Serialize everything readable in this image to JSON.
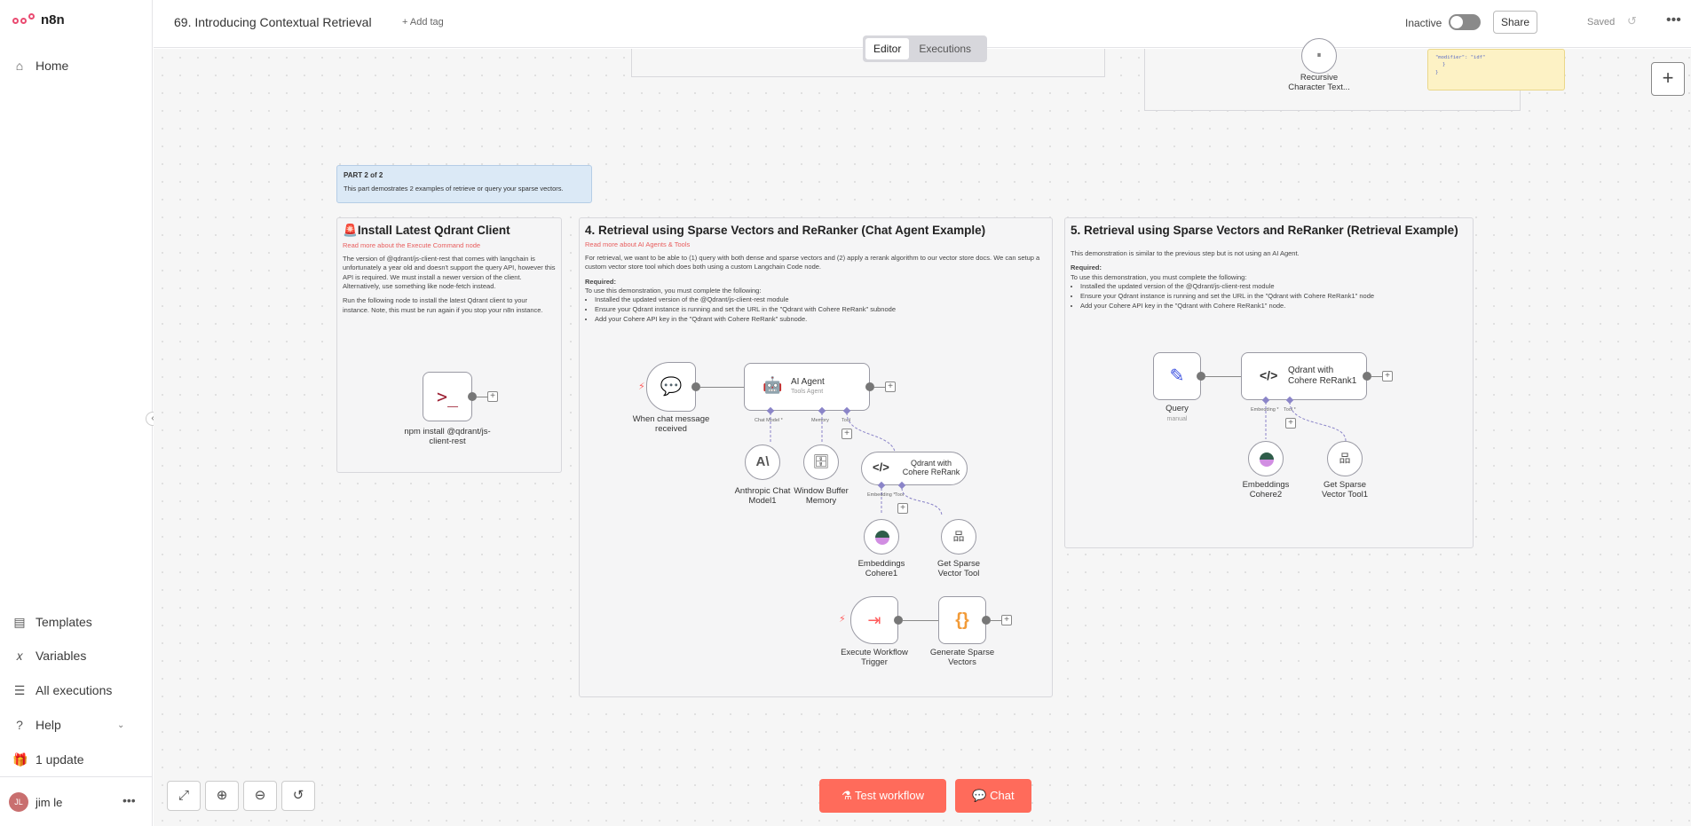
{
  "app": {
    "logo": "n8n"
  },
  "sidebar": {
    "items": [
      {
        "label": "Home",
        "icon": "home-icon"
      },
      {
        "label": "Templates",
        "icon": "templates-icon"
      },
      {
        "label": "Variables",
        "icon": "variables-icon"
      },
      {
        "label": "All executions",
        "icon": "executions-icon"
      },
      {
        "label": "Help",
        "icon": "help-icon"
      },
      {
        "label": "1 update",
        "icon": "gift-icon"
      }
    ],
    "user": {
      "initials": "JL",
      "name": "jim le"
    }
  },
  "header": {
    "title": "69. Introducing Contextual Retrieval",
    "add_tag": "+ Add tag",
    "status": "Inactive",
    "share": "Share",
    "saved": "Saved"
  },
  "tabs": {
    "editor": "Editor",
    "executions": "Executions"
  },
  "top_area": {
    "node_label": "Recursive Character Text...",
    "code_line1": "\"modifier\": \"idf\"",
    "code_line2": "}",
    "code_line3": "}"
  },
  "part_note": {
    "title": "PART 2 of 2",
    "text": "This part demostrates 2 examples of retrieve or query your sparse vectors."
  },
  "install": {
    "title": "Install Latest Qdrant Client",
    "link": "Read more about the Execute Command node",
    "p1": "The version of @qdrant/js-client-rest that comes with langchain is unfortunately a year old and doesn't support the query API, however this API is required. We must install a newer version of the client. Alternatively, use something like node-fetch instead.",
    "p2": "Run the following node to install the latest Qdrant client to your instance. Note, this must be run again if you stop your n8n instance.",
    "node_label": "npm install @qdrant/js-client-rest"
  },
  "section4": {
    "title": "4. Retrieval using Sparse Vectors and ReRanker (Chat Agent Example)",
    "link": "Read more about AI Agents & Tools",
    "p1": "For retrieval, we want to be able to (1) query with both dense and sparse vectors and (2) apply a rerank algorithm to our vector store docs. We can setup a custom vector store tool which does both using a custom Langchain Code node.",
    "req": "Required:",
    "req_text": "To use this demonstration, you must complete the following:",
    "list": [
      "Installed the updated version of the @Qdrant/js-client-rest module",
      "Ensure your Qdrant instance is running and set the URL in the \"Qdrant with Cohere ReRank\" subnode",
      "Add your Cohere API key in the \"Qdrant with Cohere ReRank\" subnode."
    ],
    "nodes": {
      "chat_trigger": "When chat message received",
      "agent": "AI Agent",
      "agent_sub": "Tools Agent",
      "chat_model": "Anthropic Chat Model1",
      "memory": "Window Buffer Memory",
      "qdrant": "Qdrant with Cohere ReRank",
      "embeddings": "Embeddings Cohere1",
      "sparse_tool": "Get Sparse Vector Tool",
      "exec_trigger": "Execute Workflow Trigger",
      "gen_sparse": "Generate Sparse Vectors"
    },
    "conn": {
      "chat_model": "Chat Model *",
      "memory": "Memory",
      "tool": "Tool",
      "embedding": "Embedding *",
      "tool2": "Tool"
    }
  },
  "section5": {
    "title": "5. Retrieval using Sparse Vectors and ReRanker (Retrieval Example)",
    "p1": "This demonstration is similar to the previous step but is not using an AI Agent.",
    "req": "Required:",
    "req_text": "To use this demonstration, you must complete the following:",
    "list": [
      "Installed the updated version of the @Qdrant/js-client-rest module",
      "Ensure your Qdrant instance is running and set the URL in the \"Qdrant with Cohere ReRank1\" node",
      "Add your Cohere API key in the \"Qdrant with Cohere ReRank1\" node."
    ],
    "nodes": {
      "query": "Query",
      "query_sub": "manual",
      "qdrant": "Qdrant with Cohere ReRank1",
      "embeddings": "Embeddings Cohere2",
      "sparse_tool": "Get Sparse Vector Tool1"
    },
    "conn": {
      "embedding": "Embedding *",
      "tool": "Tool *"
    }
  },
  "footer": {
    "test": "Test workflow",
    "chat": "Chat"
  }
}
